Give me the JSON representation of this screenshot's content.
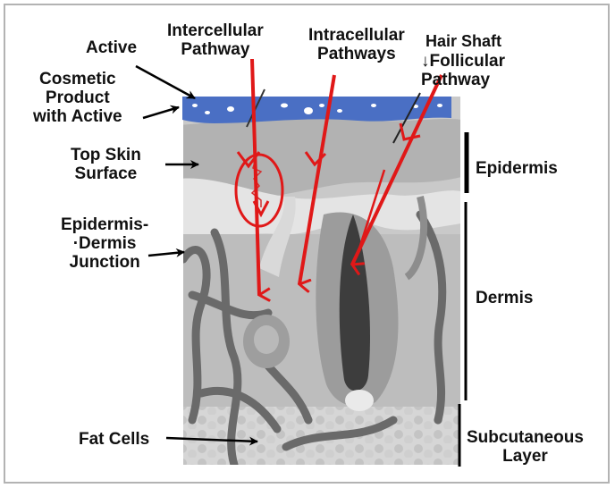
{
  "diagram": {
    "colors": {
      "product_layer": "#4a6fc4",
      "pathway_arrow": "#e01818",
      "label_text": "#111111",
      "bracket": "#000000"
    },
    "labels": {
      "active": "Active",
      "cosmetic_product": "Cosmetic\nProduct\nwith Active",
      "top_skin_surface": "Top Skin\nSurface",
      "epidermis_dermis_junction": "Epidermis-\n·Dermis\nJunction",
      "fat_cells": "Fat Cells",
      "intercellular_pathway": "Intercellular\nPathway",
      "intracellular_pathways": "Intracellular\nPathways",
      "hair_shaft": "Hair Shaft",
      "follicular_pathway": "↓Follicular\nPathway",
      "epidermis": "Epidermis",
      "dermis": "Dermis",
      "subcutaneous_layer": "Subcutaneous\nLayer"
    }
  }
}
